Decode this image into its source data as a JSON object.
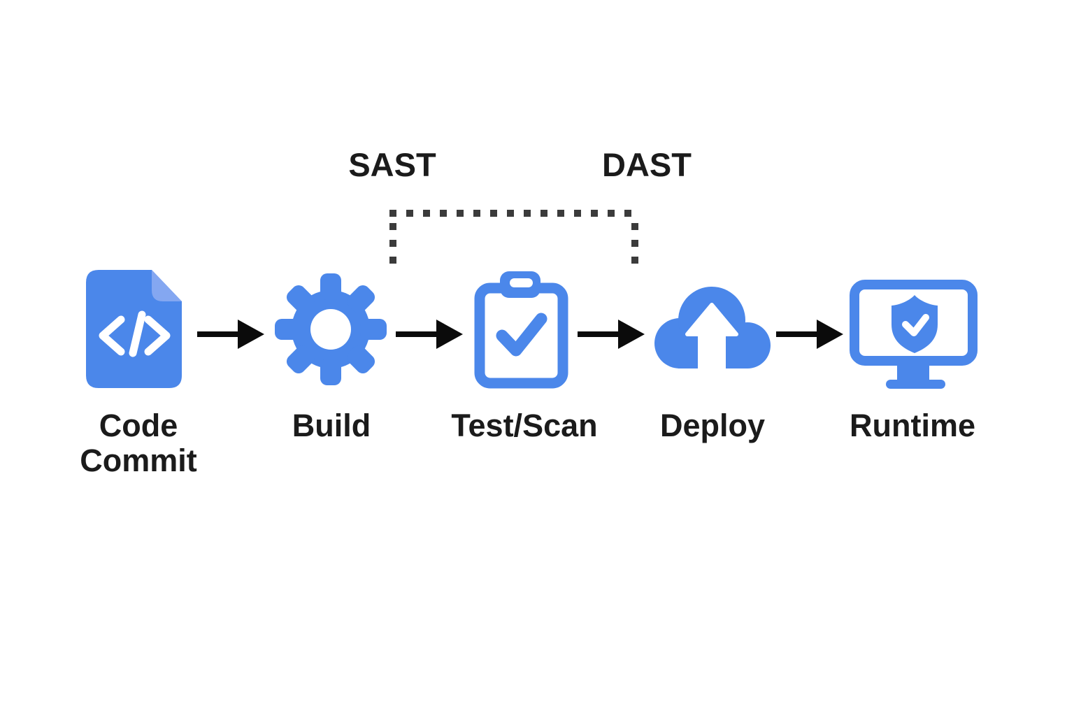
{
  "diagram": {
    "type": "pipeline-flow",
    "annotations": {
      "sast_label": "SAST",
      "dast_label": "DAST",
      "connector": "dotted-bracket"
    },
    "stages": [
      {
        "label": "Code Commit",
        "icon": "code-file-icon"
      },
      {
        "label": "Build",
        "icon": "gear-icon"
      },
      {
        "label": "Test/Scan",
        "icon": "clipboard-check-icon"
      },
      {
        "label": "Deploy",
        "icon": "cloud-upload-icon"
      },
      {
        "label": "Runtime",
        "icon": "monitor-shield-icon"
      }
    ],
    "flow_order": [
      "Code Commit",
      "Build",
      "Test/Scan",
      "Deploy",
      "Runtime"
    ],
    "colors": {
      "icon-blue": "#4B87EA",
      "icon-blue-light": "#84A7F1",
      "arrow-color": "#0B0B0B",
      "label-color": "#1B1B1B",
      "dot-color": "#3B3B3B",
      "background": "#FFFFFF"
    }
  }
}
